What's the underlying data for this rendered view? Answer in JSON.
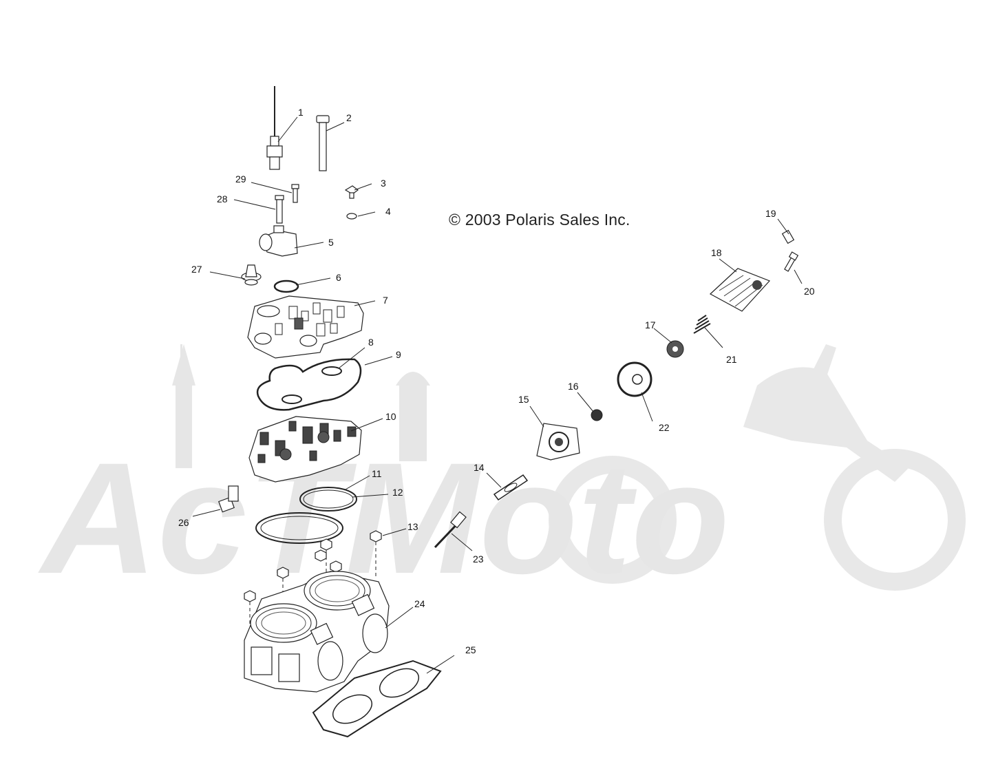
{
  "copyright": "© 2003 Polaris Sales Inc.",
  "watermark": {
    "text": "AcTMoto",
    "color": "#e6e6e6"
  },
  "callouts": [
    "1",
    "2",
    "3",
    "4",
    "5",
    "6",
    "7",
    "8",
    "9",
    "10",
    "11",
    "12",
    "13",
    "14",
    "15",
    "16",
    "17",
    "18",
    "19",
    "20",
    "21",
    "22",
    "23",
    "24",
    "25",
    "26",
    "27",
    "28",
    "29"
  ]
}
